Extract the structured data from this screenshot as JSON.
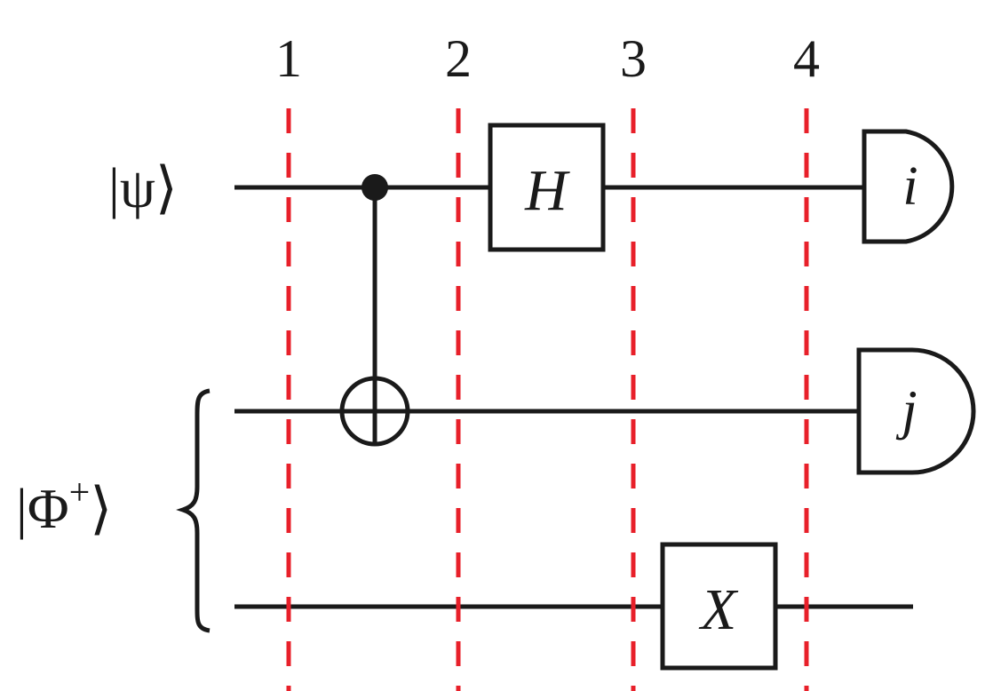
{
  "time_steps": [
    "1",
    "2",
    "3",
    "4"
  ],
  "inputs": {
    "psi": "|ψ⟩",
    "phi_plus_prefix": "|Φ",
    "phi_plus_sup": "+",
    "phi_plus_suffix": "⟩"
  },
  "gates": {
    "hadamard": "H",
    "pauli_x": "X"
  },
  "measurements": {
    "top": "i",
    "middle": "j"
  },
  "colors": {
    "wire": "#1a1a1a",
    "divider": "#e8202a",
    "background": "#ffffff"
  }
}
